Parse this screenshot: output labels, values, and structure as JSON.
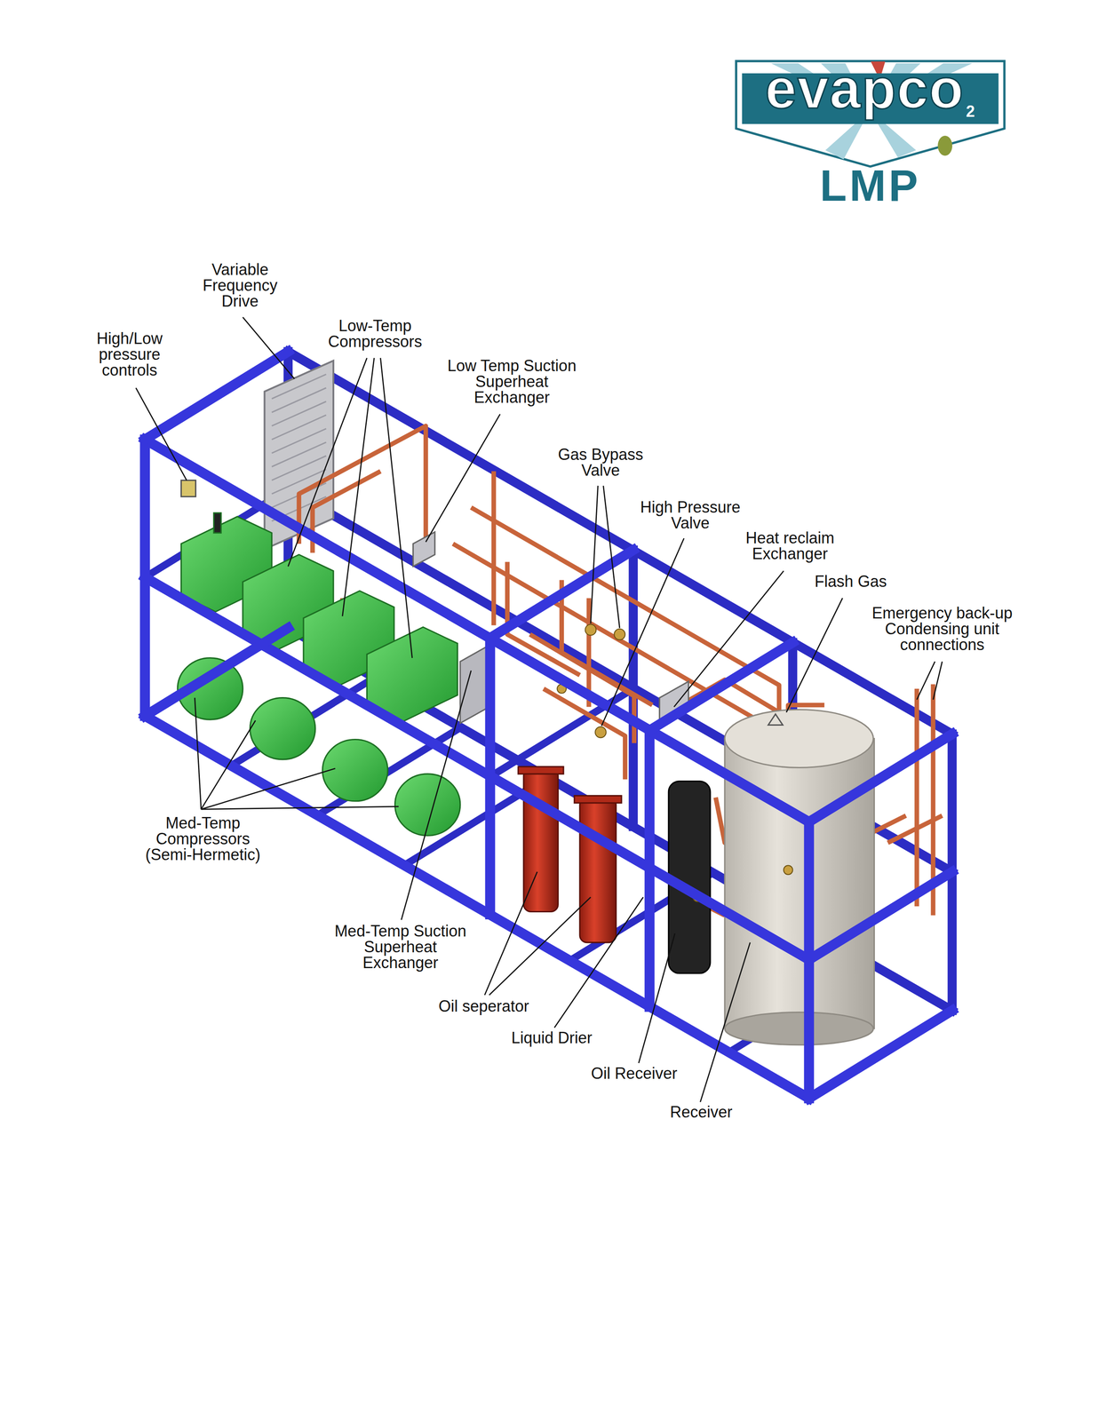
{
  "diagram": {
    "nodes": [
      {
        "text": [
          "evapco",
          "2",
          "LMP"
        ]
      }
    ],
    "labels": [
      "High/Low pressure controls",
      "Variable Frequency Drive",
      "Low-Temp Compressors",
      "Low Temp Suction Superheat Exchanger",
      "Gas Bypass Valve",
      "High Pressure Valve",
      "Heat reclaim Exchanger",
      "Flash Gas",
      "Emergency back-up Condensing unit connections",
      "Med-Temp Compressors (Semi-Hermetic)",
      "Med-Temp Suction Superheat Exchanger",
      "Oil seperator",
      "Liquid Drier",
      "Oil Receiver",
      "Receiver"
    ]
  }
}
